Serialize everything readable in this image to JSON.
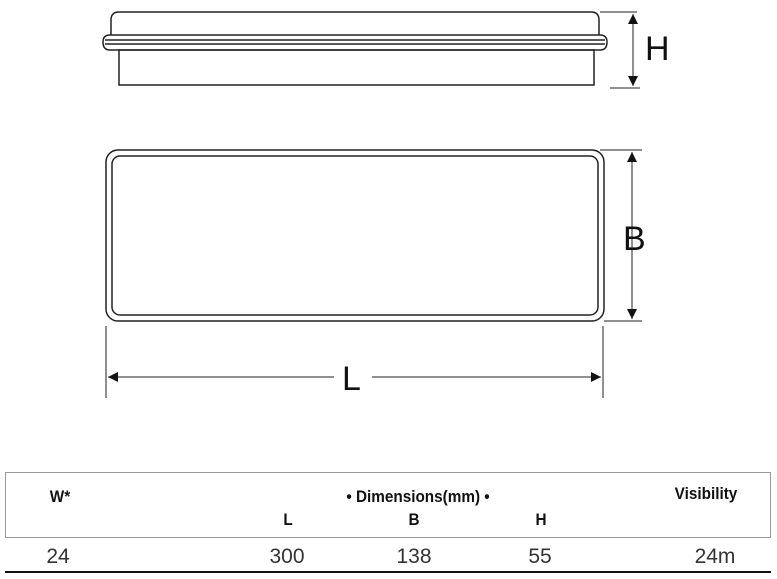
{
  "drawing": {
    "dimension_labels": {
      "height": "H",
      "width": "B",
      "length": "L"
    }
  },
  "table": {
    "headers": {
      "power": "W*",
      "dimensions_group": "• Dimensions(mm) •",
      "length": "L",
      "width": "B",
      "height": "H",
      "visibility": "Visibility"
    },
    "rows": [
      {
        "power": "24",
        "length": "300",
        "width": "138",
        "height": "55",
        "visibility": "24m"
      }
    ]
  }
}
